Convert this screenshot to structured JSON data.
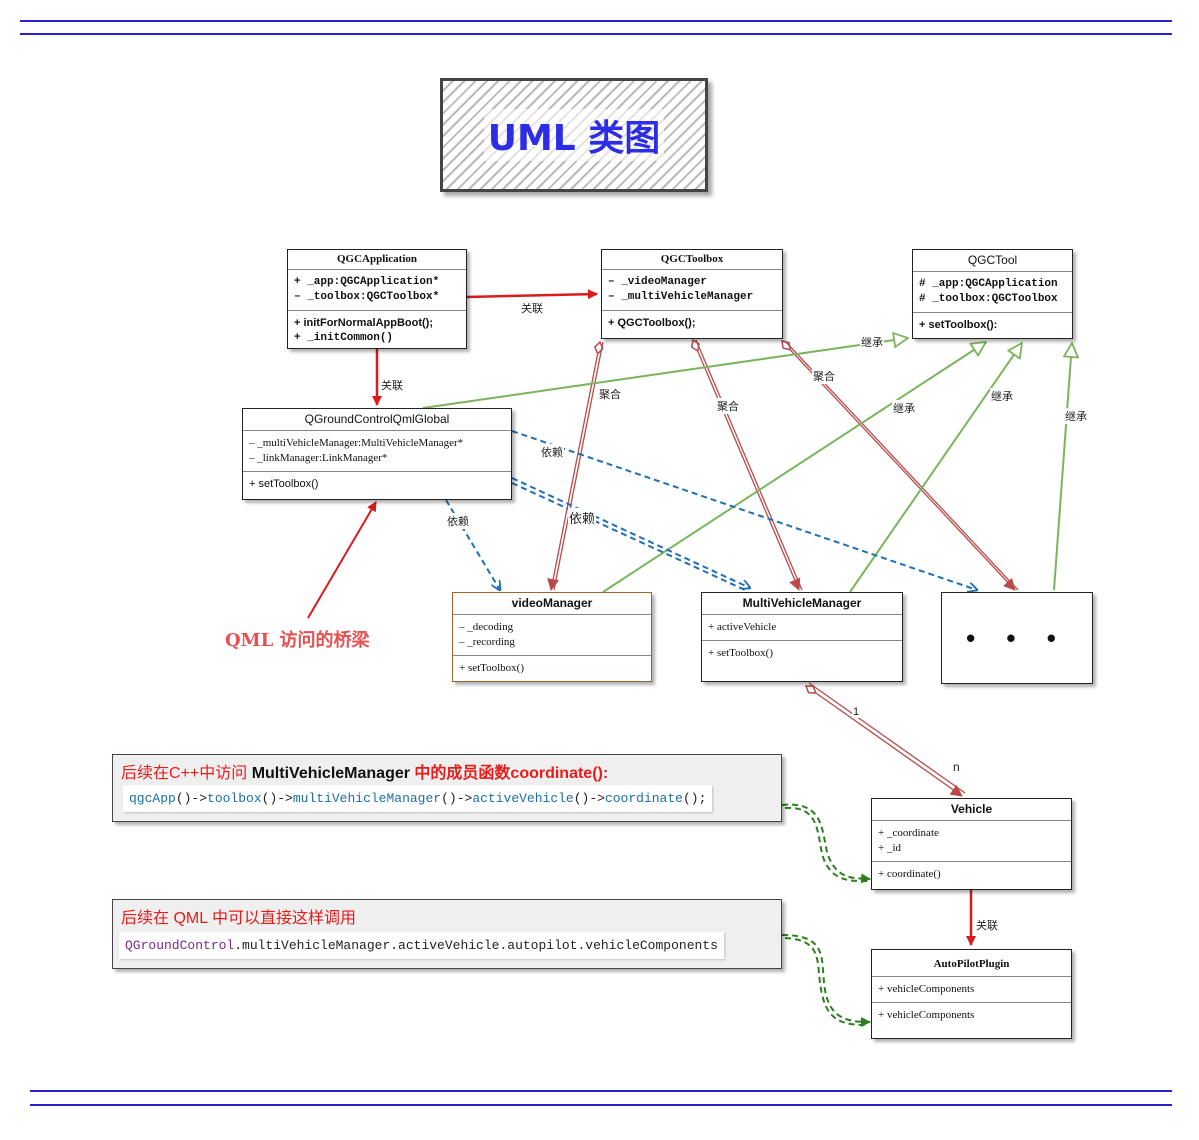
{
  "title": "UML 类图",
  "classes": {
    "qgcapplication": {
      "name": "QGCApplication",
      "fields": [
        "+ _app:QGCApplication*",
        "– _toolbox:QGCToolbox*"
      ],
      "methods": [
        "+ initForNormalAppBoot();",
        "+ _initCommon()"
      ]
    },
    "qgctoolbox": {
      "name": "QGCToolbox",
      "fields": [
        "– _videoManager",
        "– _multiVehicleManager"
      ],
      "methods": [
        "+ QGCToolbox();"
      ]
    },
    "qgctool": {
      "name": "QGCTool",
      "fields": [
        "# _app:QGCApplication",
        "# _toolbox:QGCToolbox"
      ],
      "methods": [
        "+ setToolbox():"
      ]
    },
    "qgcqmlglobal": {
      "name": "QGroundControlQmlGlobal",
      "fields": [
        "– _multiVehicleManager:MultiVehicleManager*",
        "– _linkManager:LinkManager*"
      ],
      "methods": [
        "+ setToolbox()"
      ]
    },
    "videomanager": {
      "name": "videoManager",
      "fields": [
        "– _decoding",
        "– _recording"
      ],
      "methods": [
        "+ setToolbox()"
      ]
    },
    "multivehiclemanager": {
      "name": "MultiVehicleManager",
      "fields": [
        "+ activeVehicle"
      ],
      "methods": [
        "+ setToolbox()"
      ]
    },
    "more": {
      "name": "• • •"
    },
    "vehicle": {
      "name": "Vehicle",
      "fields": [
        "+ _coordinate",
        "+ _id"
      ],
      "methods": [
        "+ coordinate()"
      ]
    },
    "autopilotplugin": {
      "name": "AutoPilotPlugin",
      "fields": [
        "+ vehicleComponents"
      ],
      "methods": [
        "+ vehicleComponents"
      ]
    }
  },
  "relation_labels": {
    "association": "关联",
    "aggregation": "聚合",
    "inheritance": "继承",
    "dependency": "依赖",
    "mult_one": "1",
    "mult_n": "n"
  },
  "bridge_label": "QML 访问的桥梁",
  "notes": {
    "cpp": {
      "title_prefix": "后续在C++中访问 ",
      "title_class": "MultiVehicleManager",
      "title_suffix": " 中的成员函数coordinate():",
      "code": {
        "p1": "qgcApp",
        "p2": "()->",
        "p3": "toolbox",
        "p4": "()->",
        "p5": "multiVehicleManager",
        "p6": "()->",
        "p7": "activeVehicle",
        "p8": "()->",
        "p9": "coordinate",
        "p10": "();"
      }
    },
    "qml": {
      "title": "后续在 QML 中可以直接这样调用",
      "code": {
        "p1": "QGroundControl",
        "p2": ".multiVehicleManager.activeVehicle.autopilot.vehicleComponents"
      }
    }
  },
  "colors": {
    "association": "#d81c1c",
    "aggregation": "#b84a4a",
    "inheritance": "#7ab55c",
    "dependency": "#1f6fb3",
    "note_link": "#2e7d1e",
    "title": "#2d2de6",
    "rule": "#2b1fd0"
  }
}
